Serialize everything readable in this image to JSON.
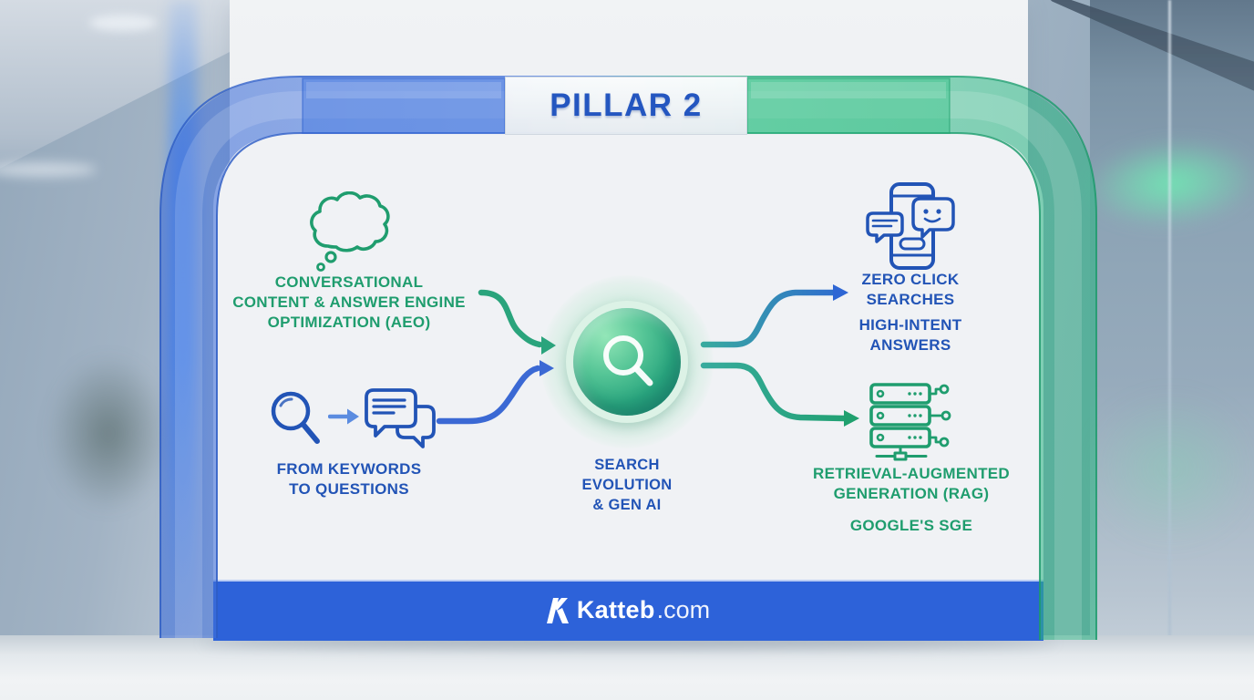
{
  "header": {
    "title": "PILLAR 2"
  },
  "diagram": {
    "aeo": {
      "icon": "thought-cloud-icon",
      "lines": [
        "CONVERSATIONAL",
        "CONTENT & ANSWER ENGINE",
        "OPTIMIZATION (AEO)"
      ]
    },
    "keywords": {
      "icons": [
        "magnifier-icon",
        "right-arrow-icon",
        "chat-bubbles-icon"
      ],
      "lines": [
        "FROM KEYWORDS",
        "TO QUESTIONS"
      ]
    },
    "center": {
      "icon": "search-magnifier-icon",
      "lines": [
        "SEARCH",
        "EVOLUTION",
        "& GEN AI"
      ]
    },
    "zero_click": {
      "icon": "phone-chat-icon",
      "lines": [
        "ZERO CLICK",
        "SEARCHES"
      ]
    },
    "high_intent": {
      "lines": [
        "HIGH-INTENT",
        "ANSWERS"
      ]
    },
    "rag": {
      "icon": "server-network-icon",
      "lines": [
        "RETRIEVAL-AUGMENTED",
        "GENERATION (RAG)"
      ]
    },
    "sge": {
      "lines": [
        "GOOGLE'S SGE"
      ]
    }
  },
  "footer": {
    "logo": "katteb-k-icon",
    "brand": "Katteb",
    "suffix": ".com"
  },
  "colors": {
    "blue_text": "#2254b6",
    "green_text": "#1f9d6e",
    "footer_bar": "#2d62d9",
    "title_text": "#2456c0",
    "frame_blue": "#3f6fd8",
    "frame_green": "#2fbe87",
    "arrow_blue": "#3b69d4",
    "arrow_green": "#2aa47c",
    "arrow_teal": "#38ab9e",
    "circle_light": "#93e6b8",
    "circle_dark": "#1d8f7b"
  }
}
